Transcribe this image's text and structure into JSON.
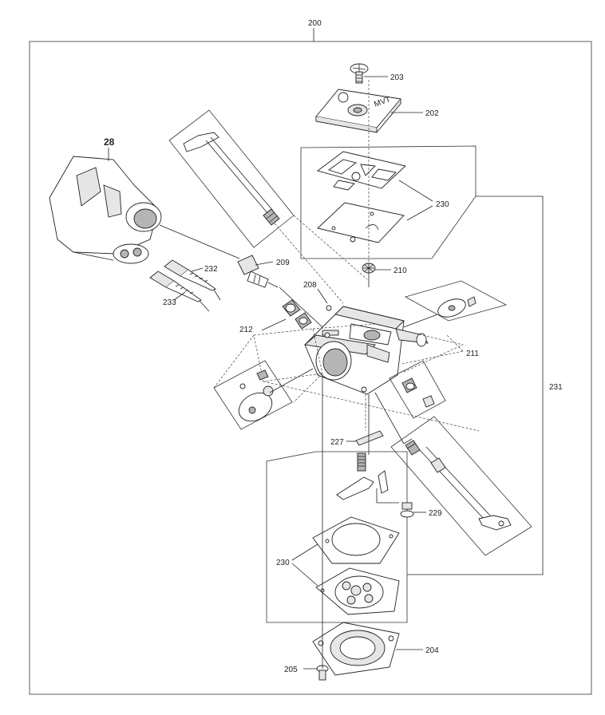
{
  "diagram": {
    "labels": {
      "l200": "200",
      "l203": "203",
      "l202": "202",
      "l28": "28",
      "l230a": "230",
      "l232": "232",
      "l209": "209",
      "l210": "210",
      "l233": "233",
      "l208": "208",
      "l212": "212",
      "l211": "211",
      "l231": "231",
      "l227": "227",
      "l229": "229",
      "l230b": "230",
      "l204": "204",
      "l205": "205"
    }
  }
}
